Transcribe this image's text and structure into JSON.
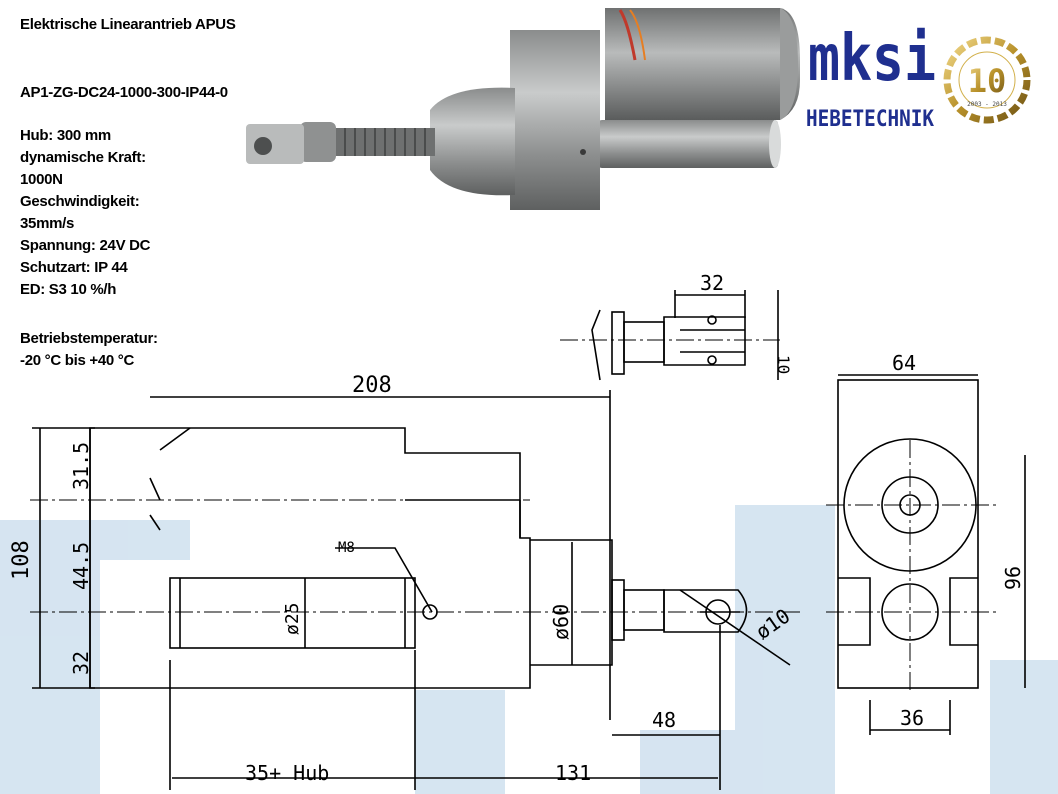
{
  "title": "Elektrische Linearantrieb APUS",
  "model": "AP1-ZG-DC24-1000-300-IP44-0",
  "specs": [
    "Hub: 300 mm",
    "dynamische Kraft:",
    "1000N",
    "Geschwindigkeit:",
    "35mm/s",
    "Spannung: 24V DC",
    "Schutzart: IP 44",
    "ED: S3 10 %/h"
  ],
  "temperature": [
    "Betriebstemperatur:",
    "-20 °C bis +40 °C"
  ],
  "logo": {
    "brand": "mksi",
    "tagline": "HEBETECHNIK",
    "anniversary": "10",
    "years": "2003 - 2013",
    "brand_color": "#1f2f8f",
    "gold_color": "#b8912a"
  },
  "drawing": {
    "dim_overall_length": "208",
    "dim_height_total": "108",
    "dim_seg_top": "31.5",
    "dim_seg_mid": "44.5",
    "dim_seg_bottom": "32",
    "dim_tube_diameter": "ø25",
    "dim_thread": "M8",
    "dim_housing_diameter": "ø60",
    "dim_eye_diameter": "ø10",
    "dim_rod_end": "48",
    "dim_retracted": "35+ Hub",
    "dim_center": "131",
    "dim_fork_width": "32",
    "dim_fork_slot": "10",
    "dim_side_width": "64",
    "dim_side_height": "96",
    "dim_side_bottom": "36"
  }
}
